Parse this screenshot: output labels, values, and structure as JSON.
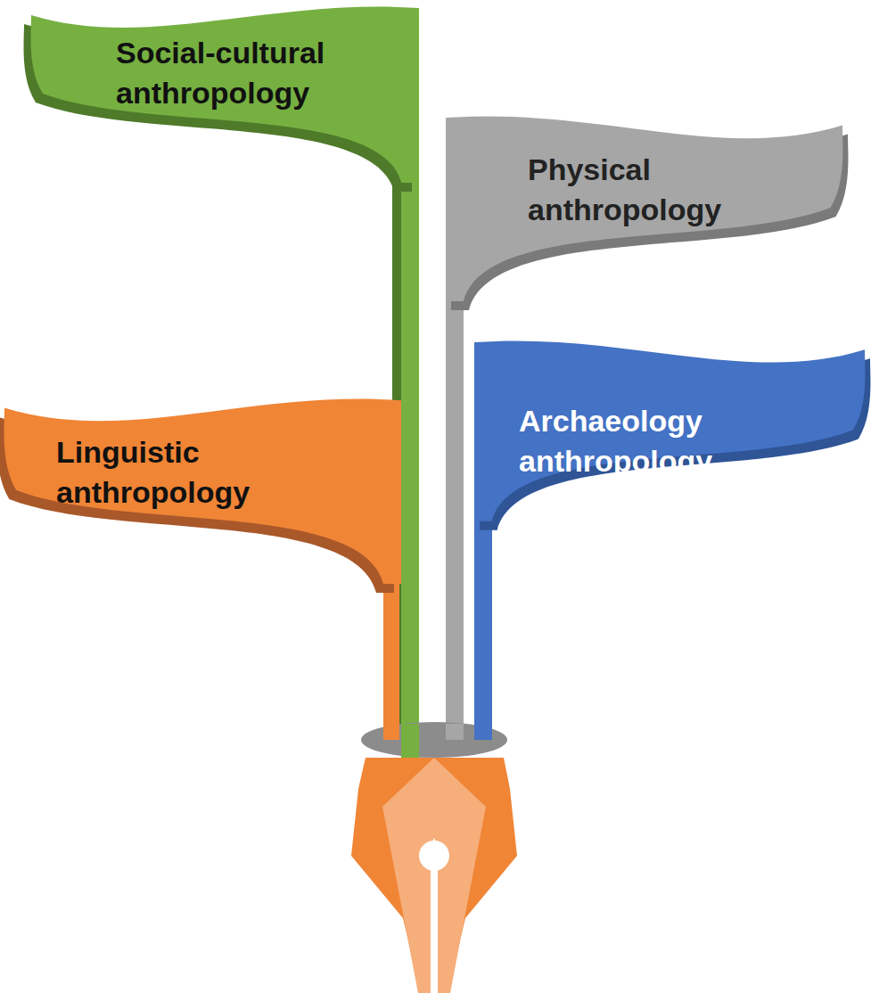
{
  "diagram": {
    "nodes": [
      {
        "text": [
          "Social-cultural anthropology"
        ]
      },
      {
        "text": [
          "Physical anthropology"
        ]
      },
      {
        "text": [
          "Archaeology anthropology"
        ]
      },
      {
        "text": [
          "Linguistic anthropology"
        ]
      }
    ]
  }
}
